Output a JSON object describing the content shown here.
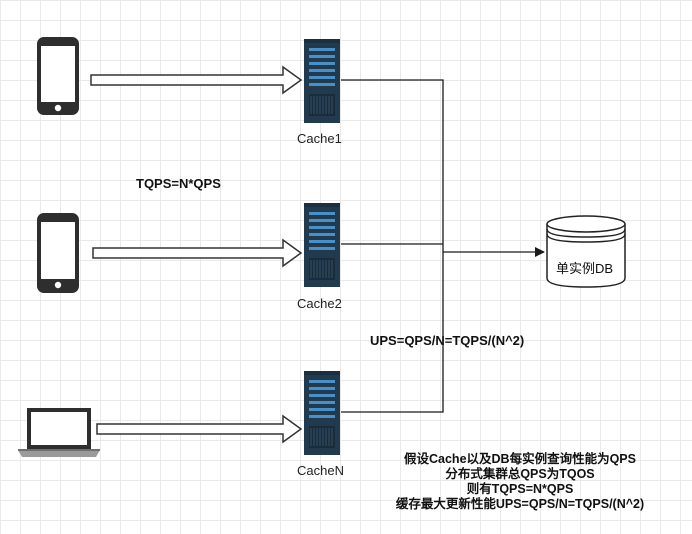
{
  "clients": [
    {
      "icon": "smartphone-icon"
    },
    {
      "icon": "smartphone-icon"
    },
    {
      "icon": "laptop-icon"
    }
  ],
  "caches": [
    {
      "label": "Cache1",
      "icon": "server-icon"
    },
    {
      "label": "Cache2",
      "icon": "server-icon"
    },
    {
      "label": "CacheN",
      "icon": "server-icon"
    }
  ],
  "database": {
    "label": "单实例DB",
    "icon": "database-icon"
  },
  "formulas": {
    "tqps": "TQPS=N*QPS",
    "ups": "UPS=QPS/N=TQPS/(N^2)"
  },
  "notes": [
    "假设Cache以及DB每实例查询性能为QPS",
    "分布式集群总QPS为TQOS",
    "则有TQPS=N*QPS",
    "缓存最大更新性能UPS=QPS/N=TQPS/(N^2)"
  ],
  "colors": {
    "server_body": "#223a4e",
    "server_accent": "#4a90c8",
    "device_outline": "#2e2e2e",
    "line": "#1a1a1a"
  }
}
